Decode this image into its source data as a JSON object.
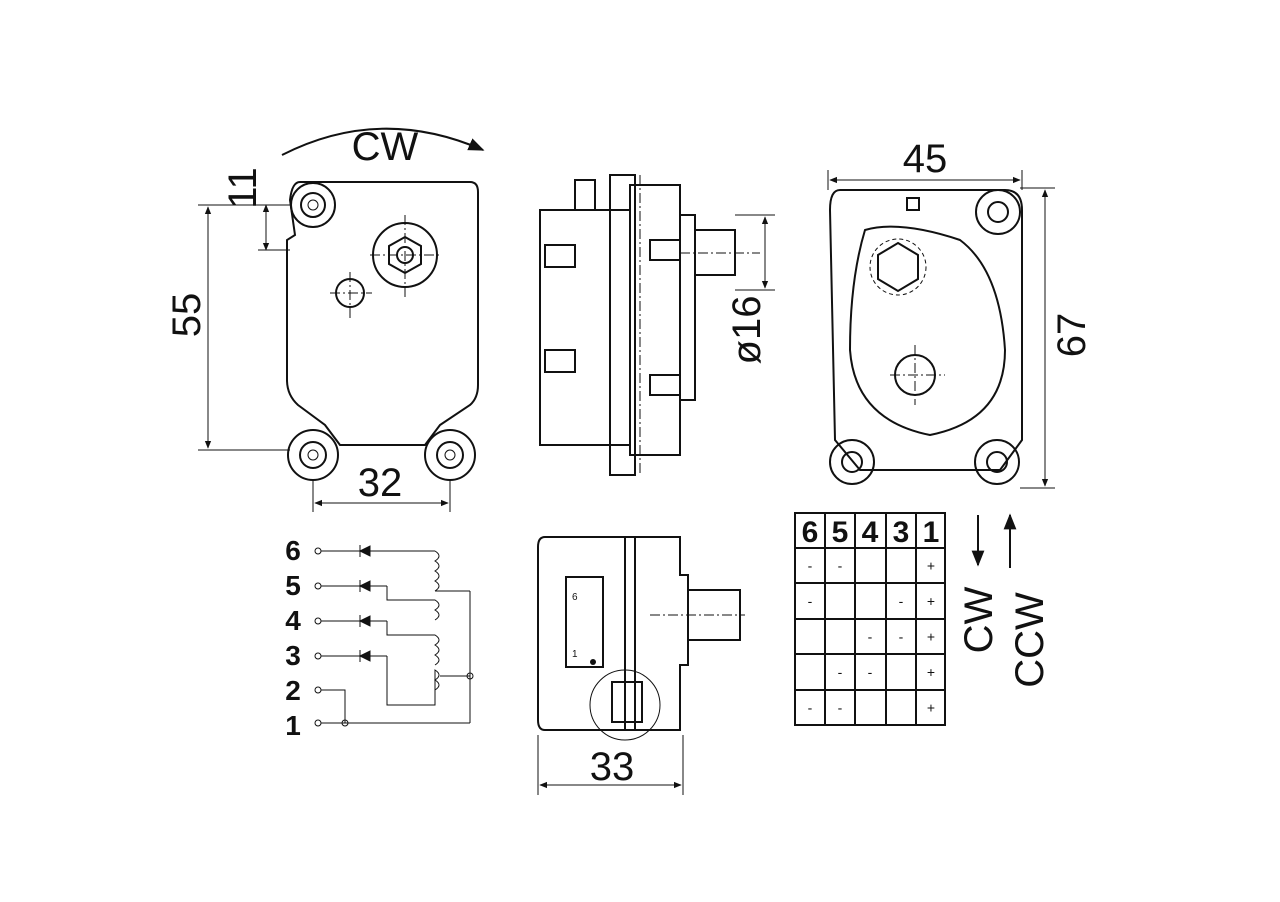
{
  "front_view": {
    "rotation_label": "CW",
    "dim_top": "11",
    "dim_height": "55",
    "dim_width": "32"
  },
  "side_view": {
    "dim_shaft": "ø16"
  },
  "rear_view": {
    "dim_width": "45",
    "dim_height": "67"
  },
  "bottom_view": {
    "dim_width": "33",
    "connector_pins": [
      "6",
      "1"
    ]
  },
  "wiring": {
    "pins": [
      "6",
      "5",
      "4",
      "3",
      "2",
      "1"
    ]
  },
  "table": {
    "headers": [
      "6",
      "5",
      "4",
      "3",
      "1"
    ],
    "rows": [
      [
        "-",
        "-",
        "",
        "",
        "+"
      ],
      [
        "-",
        "",
        "",
        "-",
        "+"
      ],
      [
        "",
        "",
        "-",
        "-",
        "+"
      ],
      [
        "",
        "-",
        "-",
        "",
        "+"
      ],
      [
        "-",
        "-",
        "",
        "",
        "+"
      ]
    ],
    "cw_label": "CW",
    "ccw_label": "CCW"
  }
}
